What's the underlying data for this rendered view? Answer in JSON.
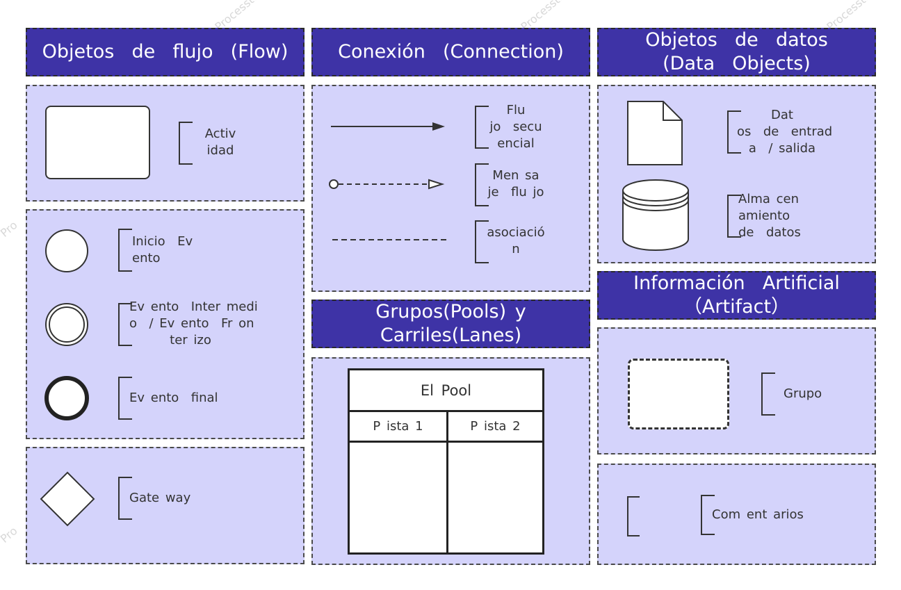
{
  "headers": {
    "flow": "Objetos  de  flujo  (Flow)",
    "connection": "Conexión  (Connection)",
    "data_objects": "Objetos  de  datos\n(Data  Objects)",
    "pools": "Grupos(Pools) y\nCarriles(Lanes)",
    "artifact": "Información  Artificial\n（Artifact）"
  },
  "flow": {
    "activity": "Activ\nidad",
    "start_event": "Inicio  Ev\nento",
    "intermediate_event": "Ev ento  Inter medi\no  / Ev ento  Fr on\nter izo",
    "end_event": "Ev ento  final",
    "gateway": "Gate way"
  },
  "connection": {
    "sequence_flow": "Flu\njo  secu\nencial",
    "message_flow": "Men sa\nje  flu jo",
    "association": "asociació\nn"
  },
  "data": {
    "data_io": "Dat\nos  de  entrad\na  / salida",
    "data_store": "Alma cen\namiento\nde  datos"
  },
  "pool": {
    "title": "El  Pool",
    "lane1": "P ista  1",
    "lane2": "P ista  2"
  },
  "artifact": {
    "group": "Grupo",
    "comments": "Com ent arios"
  },
  "colors": {
    "header_bg": "#3e33a6",
    "panel_bg": "#d4d3fb"
  }
}
